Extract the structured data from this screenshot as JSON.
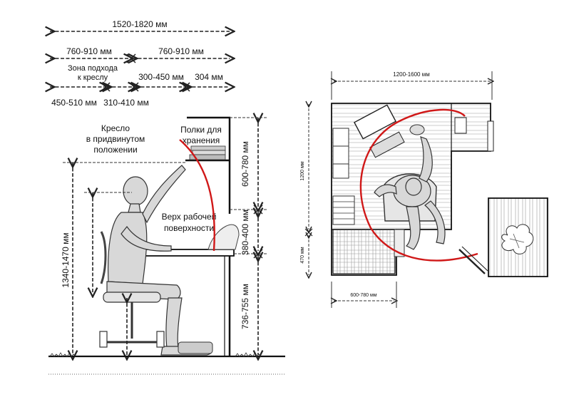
{
  "side_view": {
    "dims": {
      "total_width": "1520-1820 мм",
      "left_zone": "760-910 мм",
      "right_zone": "760-910 мм",
      "approach_zone": "Зона подхода\nк креслу",
      "approach_line1": "Зона подхода",
      "approach_line2": "к креслу",
      "seg_a": "450-510 мм",
      "seg_b": "310-410 мм",
      "seg_c": "300-450 мм",
      "seg_d": "304 мм",
      "height_total": "1340-1470 мм",
      "shelf_gap": "600-780 мм",
      "desk_to_shelf": "380-400 мм",
      "desk_height": "736-755 мм"
    },
    "labels": {
      "chair_line1": "Кресло",
      "chair_line2": "в придвинутом",
      "chair_line3": "положении",
      "shelves_line1": "Полки для",
      "shelves_line2": "хранения",
      "worktop_line1": "Верх рабочей",
      "worktop_line2": "поверхности"
    }
  },
  "plan_view": {
    "dims": {
      "width_top": "1200-1600 мм",
      "height_left": "1200 мм",
      "height_left_lower": "470 мм",
      "width_bottom": "600-780 мм"
    }
  },
  "colors": {
    "reach_arc": "#d01818",
    "lines": "#222222"
  }
}
